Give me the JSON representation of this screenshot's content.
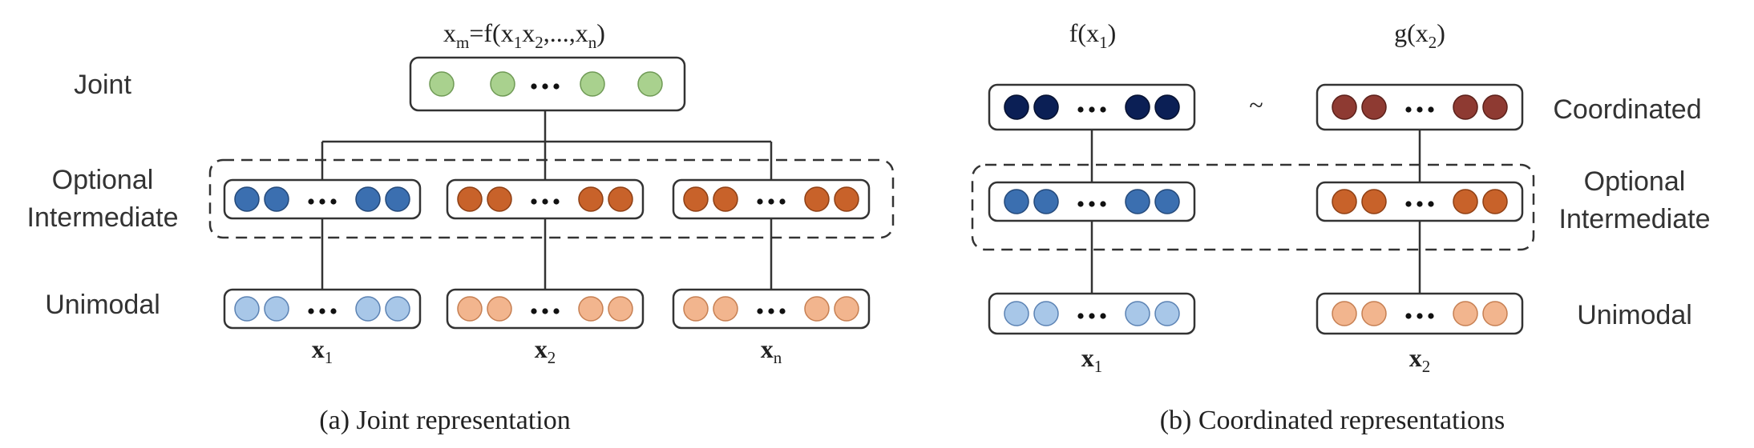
{
  "colors": {
    "joint_green": "#a9d18e",
    "joint_green_stroke": "#6f9a55",
    "blue_dark": "#3b6fb0",
    "blue_dark_stroke": "#24497a",
    "blue_light": "#a8c7e8",
    "blue_light_stroke": "#5b82b3",
    "orange_dark": "#c8622a",
    "orange_dark_stroke": "#8e3f14",
    "orange_light": "#f2b58e",
    "orange_light_stroke": "#c67f52",
    "navy": "#0b1f55",
    "navy_stroke": "#05102f",
    "maroon": "#8e3a32",
    "maroon_stroke": "#5a1f19"
  },
  "left": {
    "caption": "(a) Joint representation",
    "formula": {
      "x": "x",
      "x_sub": "m",
      "eq": "=f(x",
      "s1": "1",
      "x2": "x",
      "s2": "2",
      "dots": ",...,x",
      "sn": "n",
      "close": ")"
    },
    "row_labels": {
      "joint": "Joint",
      "optional_line1": "Optional",
      "optional_line2": "Intermediate",
      "unimodal": "Unimodal"
    },
    "inputs": [
      {
        "base": "x",
        "sub": "1"
      },
      {
        "base": "x",
        "sub": "2"
      },
      {
        "base": "x",
        "sub": "n"
      }
    ]
  },
  "right": {
    "caption": "(b) Coordinated representations",
    "func1": {
      "base": "f(x",
      "sub": "1",
      "close": ")"
    },
    "func2": {
      "base": "g(x",
      "sub": "2",
      "close": ")"
    },
    "similarity": "~",
    "row_labels": {
      "coordinated": "Coordinated",
      "optional_line1": "Optional",
      "optional_line2": "Intermediate",
      "unimodal": "Unimodal"
    },
    "inputs": [
      {
        "base": "x",
        "sub": "1"
      },
      {
        "base": "x",
        "sub": "2"
      }
    ]
  }
}
